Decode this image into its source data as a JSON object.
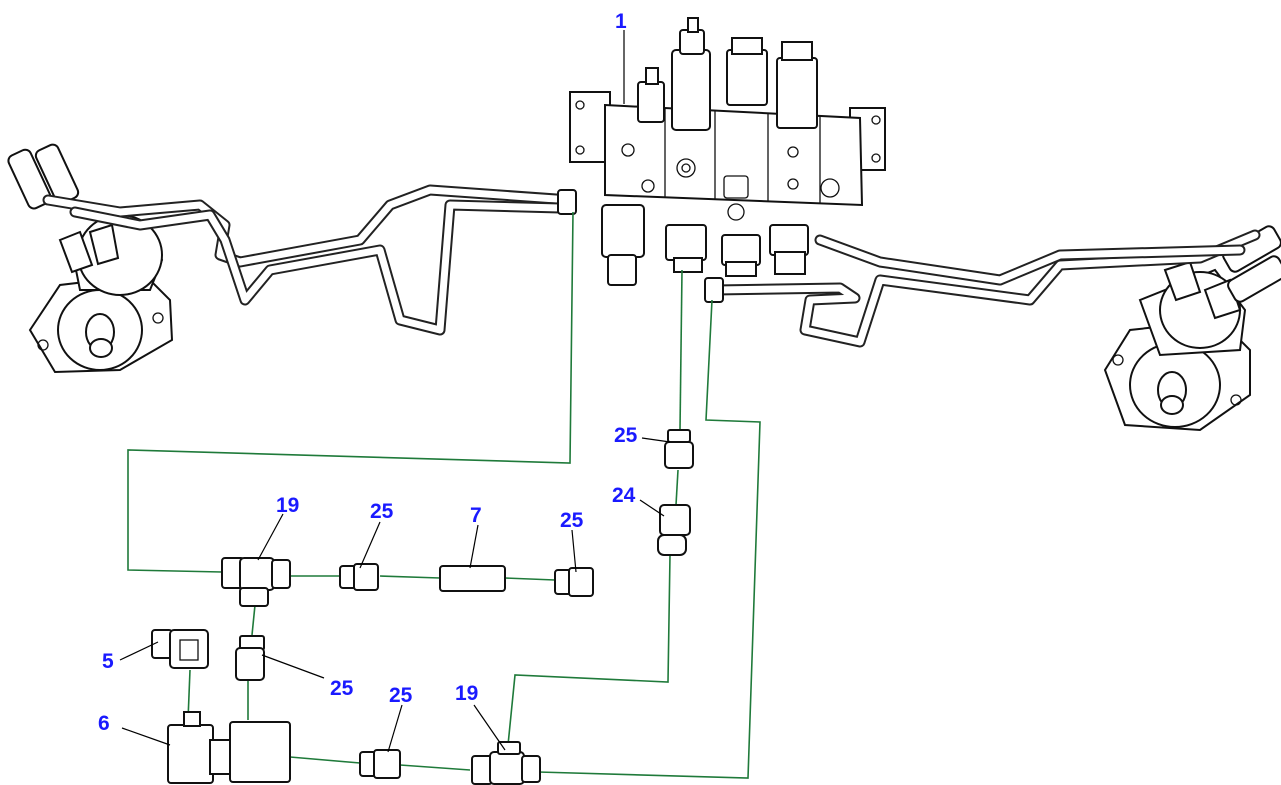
{
  "callouts": [
    {
      "label": "1"
    },
    {
      "label": "25"
    },
    {
      "label": "24"
    },
    {
      "label": "19"
    },
    {
      "label": "25"
    },
    {
      "label": "7"
    },
    {
      "label": "25"
    },
    {
      "label": "5"
    },
    {
      "label": "25"
    },
    {
      "label": "6"
    },
    {
      "label": "25"
    },
    {
      "label": "19"
    }
  ],
  "colors": {
    "callout_text": "#1a1aff",
    "hose_line": "#1f7a3a",
    "outline": "#111111"
  }
}
